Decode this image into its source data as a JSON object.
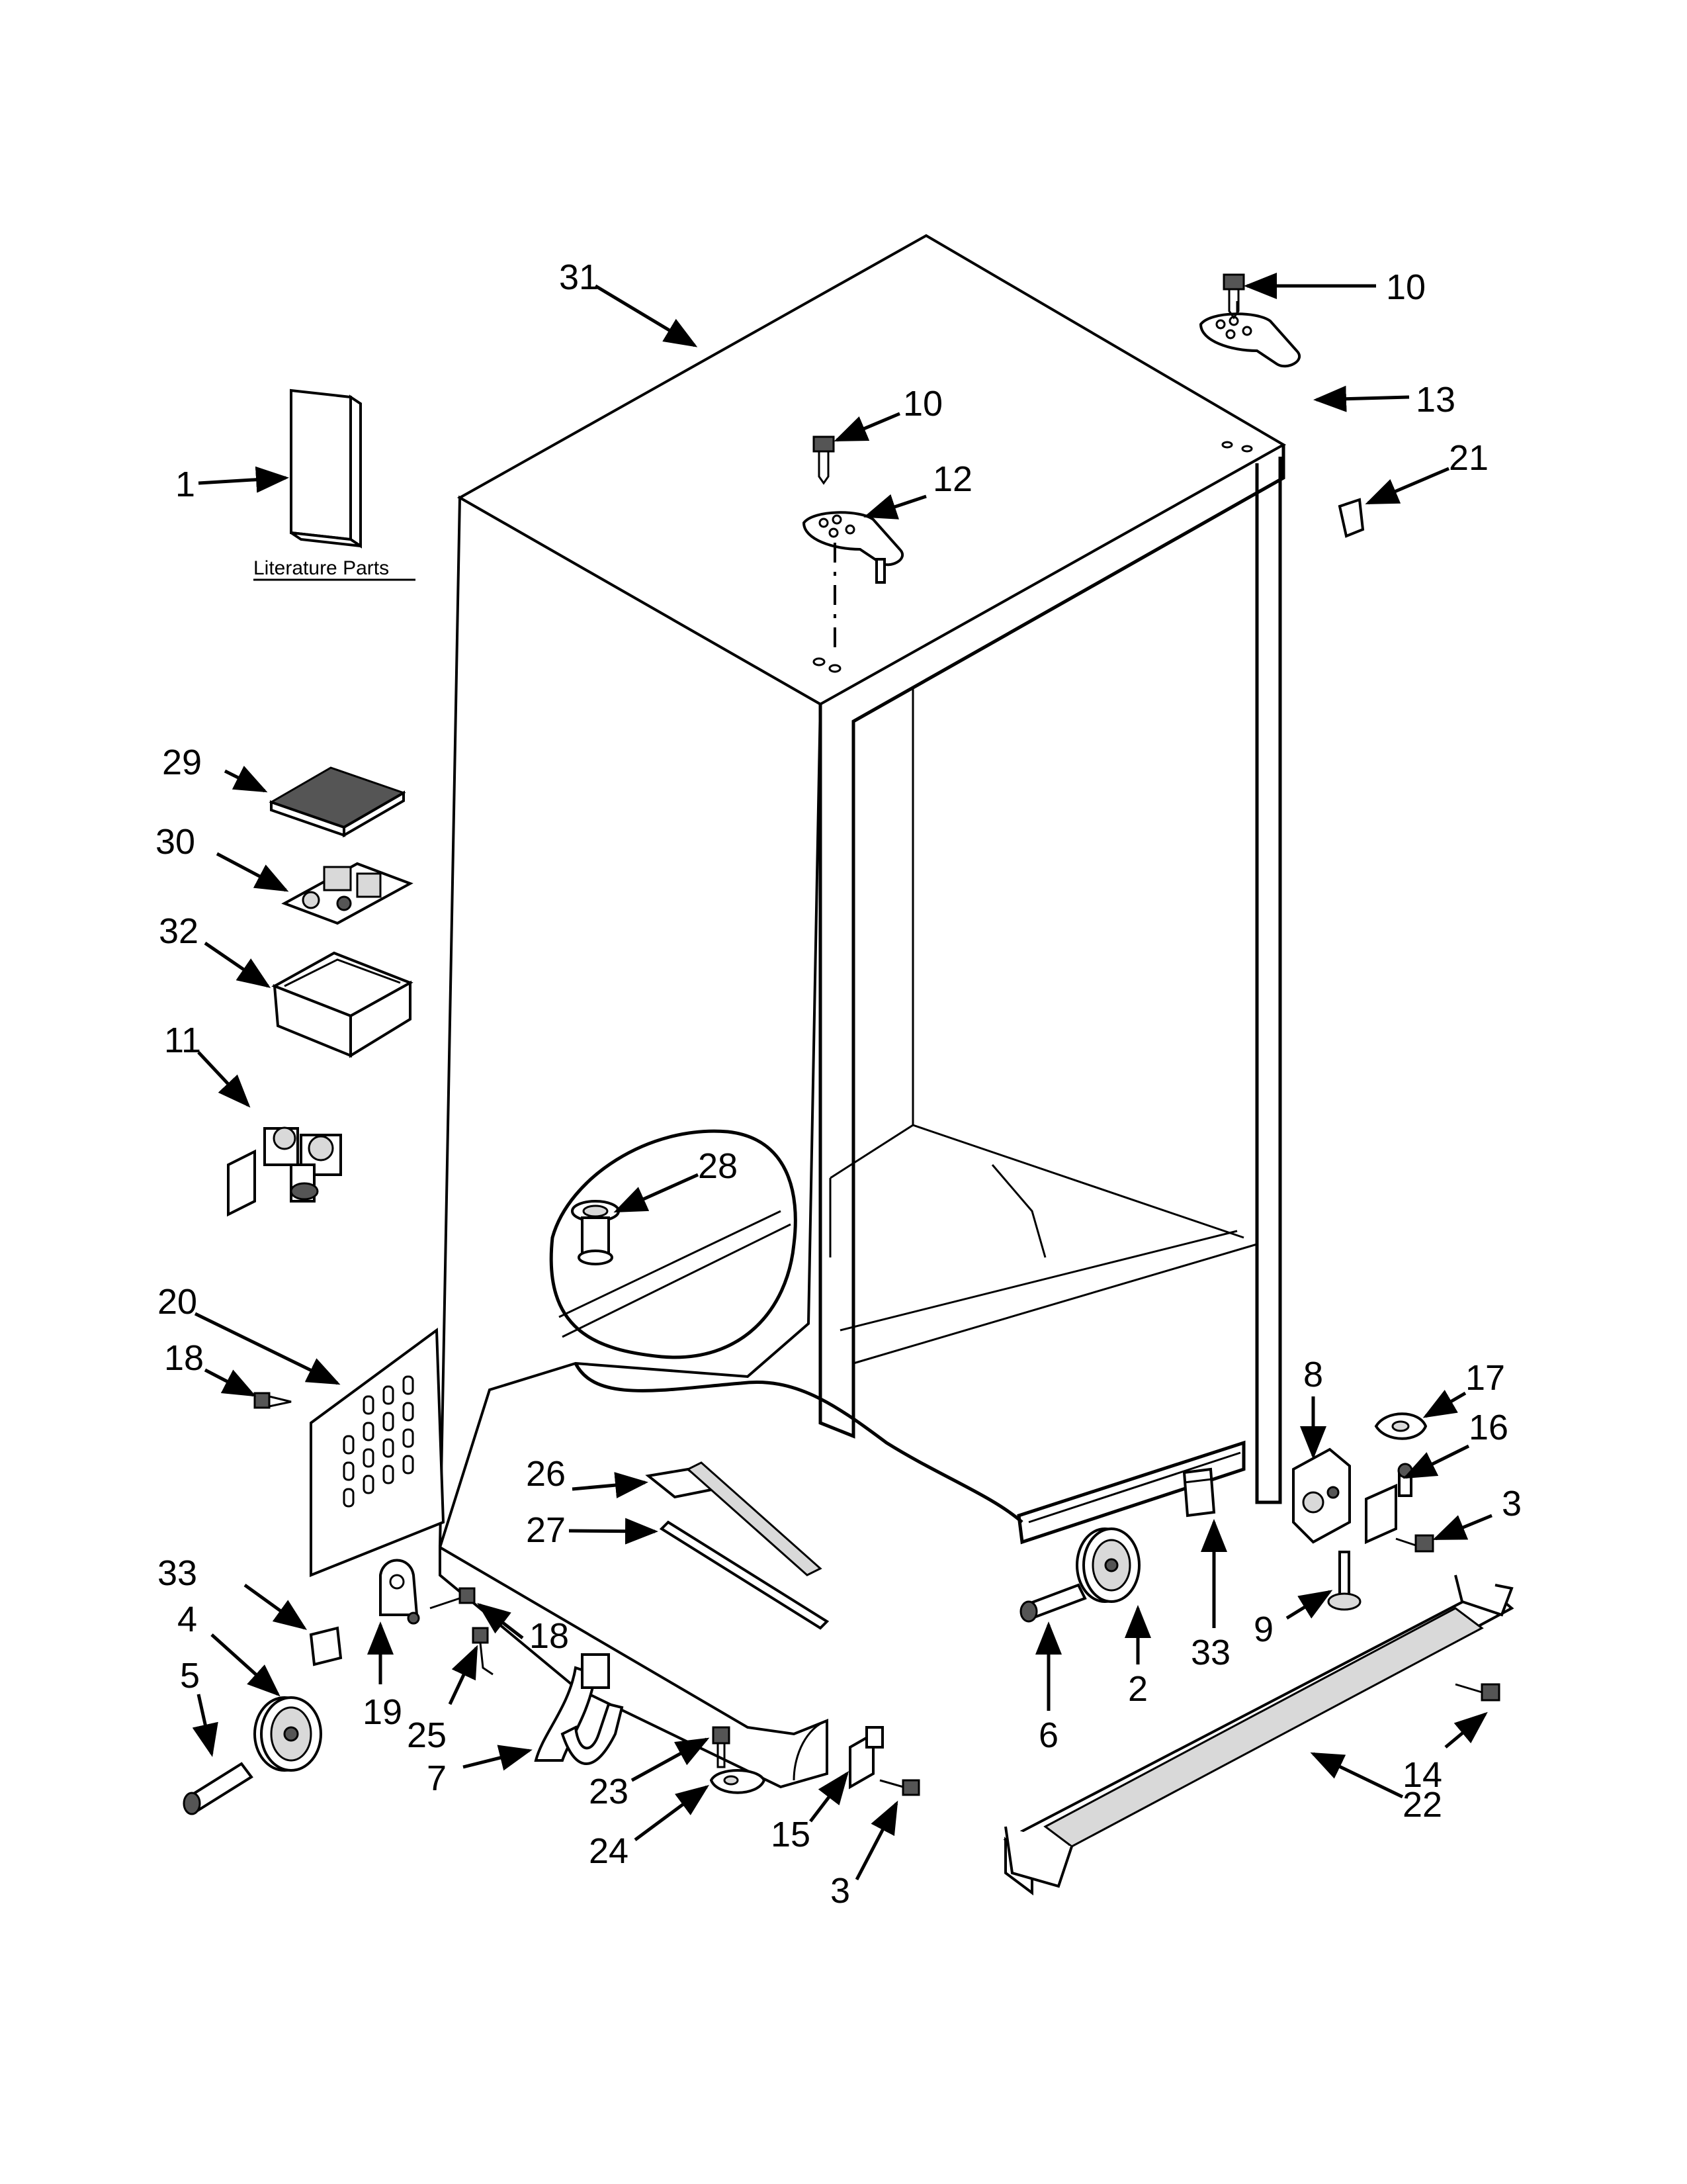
{
  "literature": {
    "label": "Literature Parts"
  },
  "callouts": [
    {
      "id": "c1",
      "text": "1"
    },
    {
      "id": "c2",
      "text": "2"
    },
    {
      "id": "c3a",
      "text": "3"
    },
    {
      "id": "c3b",
      "text": "3"
    },
    {
      "id": "c4",
      "text": "4"
    },
    {
      "id": "c5",
      "text": "5"
    },
    {
      "id": "c6",
      "text": "6"
    },
    {
      "id": "c7",
      "text": "7"
    },
    {
      "id": "c8",
      "text": "8"
    },
    {
      "id": "c9",
      "text": "9"
    },
    {
      "id": "c10a",
      "text": "10"
    },
    {
      "id": "c10b",
      "text": "10"
    },
    {
      "id": "c11",
      "text": "11"
    },
    {
      "id": "c12",
      "text": "12"
    },
    {
      "id": "c13",
      "text": "13"
    },
    {
      "id": "c14",
      "text": "14"
    },
    {
      "id": "c15",
      "text": "15"
    },
    {
      "id": "c16",
      "text": "16"
    },
    {
      "id": "c17",
      "text": "17"
    },
    {
      "id": "c18a",
      "text": "18"
    },
    {
      "id": "c18b",
      "text": "18"
    },
    {
      "id": "c19",
      "text": "19"
    },
    {
      "id": "c20",
      "text": "20"
    },
    {
      "id": "c21",
      "text": "21"
    },
    {
      "id": "c22",
      "text": "22"
    },
    {
      "id": "c23",
      "text": "23"
    },
    {
      "id": "c24",
      "text": "24"
    },
    {
      "id": "c25",
      "text": "25"
    },
    {
      "id": "c26",
      "text": "26"
    },
    {
      "id": "c27",
      "text": "27"
    },
    {
      "id": "c28",
      "text": "28"
    },
    {
      "id": "c29",
      "text": "29"
    },
    {
      "id": "c30",
      "text": "30"
    },
    {
      "id": "c31",
      "text": "31"
    },
    {
      "id": "c32",
      "text": "32"
    },
    {
      "id": "c33a",
      "text": "33"
    },
    {
      "id": "c33b",
      "text": "33"
    }
  ]
}
